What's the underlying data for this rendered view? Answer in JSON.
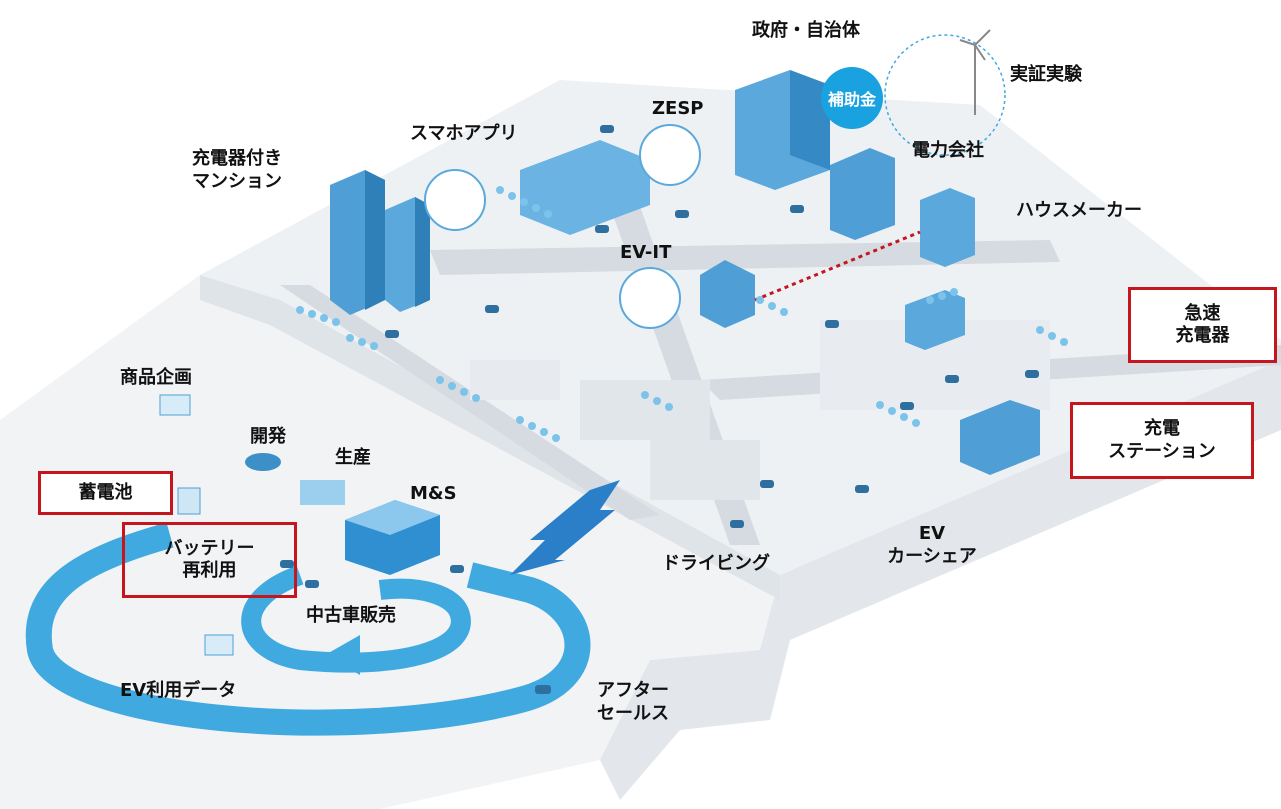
{
  "labels": {
    "government": "政府・自治体",
    "subsidy": "補助金",
    "demo": "実証実験",
    "power_company": "電力会社",
    "zesp": "ZESP",
    "smartphone_app": "スマホアプリ",
    "condo": "充電器付き\nマンション",
    "house_maker": "ハウスメーカー",
    "ev_it": "EV-IT",
    "product_planning": "商品企画",
    "development": "開発",
    "production": "生産",
    "ms": "M&S",
    "used_car_sales": "中古車販売",
    "ev_usage_data": "EV利用データ",
    "after_sales": "アフター\nセールス",
    "driving": "ドライビング",
    "ev_carshare": "EV\nカーシェア"
  },
  "highlighted": {
    "quick_charger": "急速\n充電器",
    "charging_station": "充電\nステーション",
    "storage_battery": "蓄電池",
    "battery_reuse": "バッテリー\n再利用"
  },
  "colors": {
    "accent_red": "#c4161c",
    "loop_blue": "#3fa9e0",
    "tree_blue": "#7cc3ea",
    "building_blue": "#4f9fd6",
    "ground": "#eceff1",
    "road": "#d5dbe1"
  }
}
